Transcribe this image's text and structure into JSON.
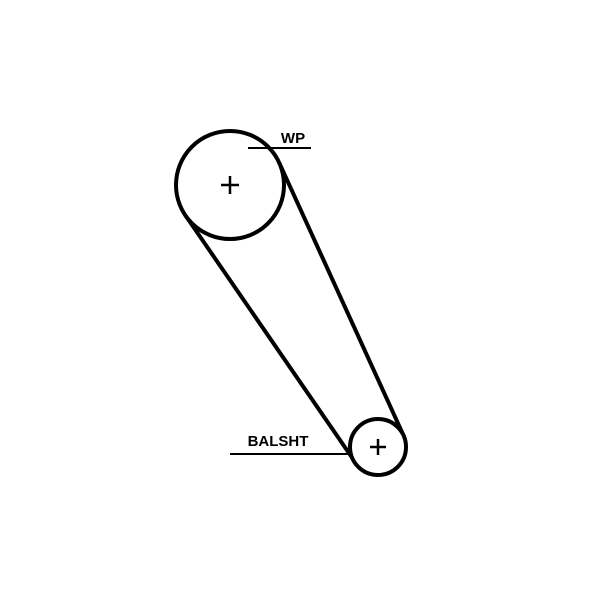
{
  "diagram": {
    "title": "timing-belt-routing",
    "labels": {
      "wp": "WP",
      "balsht": "BALSHT"
    },
    "colors": {
      "line": "#000000",
      "background": "#ffffff"
    }
  }
}
